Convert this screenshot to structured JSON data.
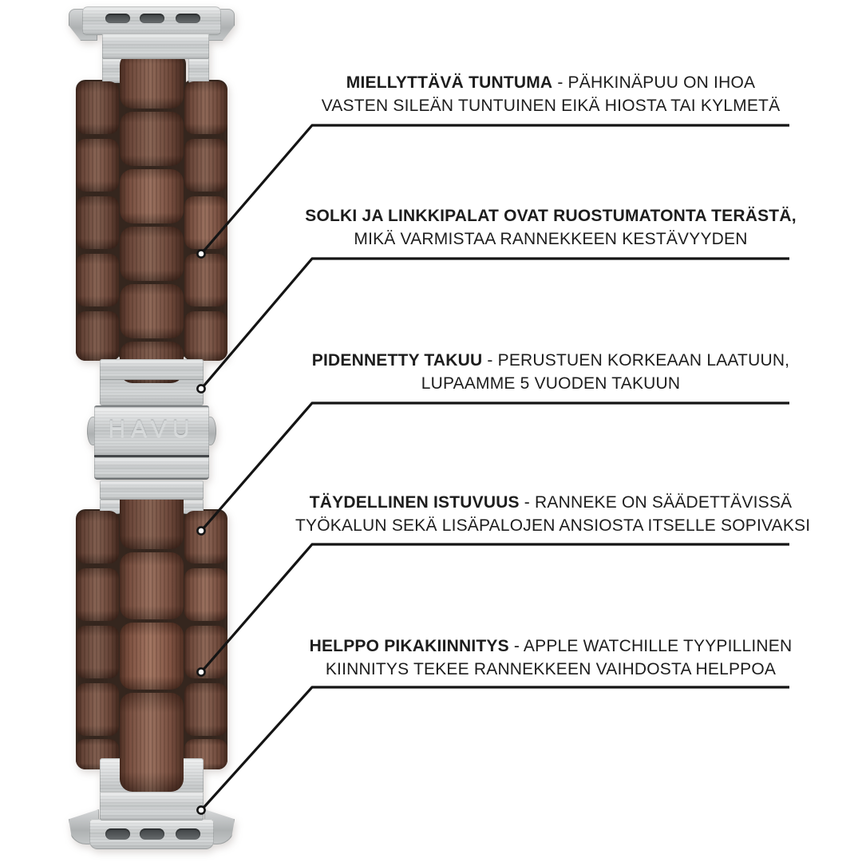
{
  "colors": {
    "bg": "#ffffff",
    "text": "#1d1d1d",
    "line": "#141414",
    "wood": "#7b5243",
    "steel": "#c9cccd"
  },
  "brand": {
    "logo_text": "HAVU"
  },
  "callouts": [
    {
      "lines": [
        {
          "bold": "MIELLYTTÄVÄ TUNTUMA",
          "regular": " - PÄHKINÄPUU ON IHOA"
        },
        {
          "bold": "",
          "regular": "VASTEN SILEÄN TUNTUINEN EIKÄ HIOSTA TAI KYLMETÄ"
        }
      ]
    },
    {
      "lines": [
        {
          "bold": "SOLKI JA LINKKIPALAT OVAT RUOSTUMATONTA TERÄSTÄ,",
          "regular": ""
        },
        {
          "bold": "",
          "regular": "MIKÄ VARMISTAA RANNEKKEEN KESTÄVYYDEN"
        }
      ]
    },
    {
      "lines": [
        {
          "bold": "PIDENNETTY TAKUU",
          "regular": " - PERUSTUEN KORKEAAN LAATUUN,"
        },
        {
          "bold": "",
          "regular": "LUPAAMME 5 VUODEN TAKUUN"
        }
      ]
    },
    {
      "lines": [
        {
          "bold": "TÄYDELLINEN ISTUVUUS",
          "regular": " - RANNEKE ON SÄÄDETTÄVISSÄ"
        },
        {
          "bold": "",
          "regular": "TYÖKALUN SEKÄ LISÄPALOJEN ANSIOSTA ITSELLE SOPIVAKSI"
        }
      ]
    },
    {
      "lines": [
        {
          "bold": "HELPPO PIKAKIINNITYS",
          "regular": " - APPLE WATCHILLE TYYPILLINEN"
        },
        {
          "bold": "",
          "regular": "KIINNITYS TEKEE RANNEKKEEN VAIHDOSTA HELPPOA"
        }
      ]
    }
  ]
}
